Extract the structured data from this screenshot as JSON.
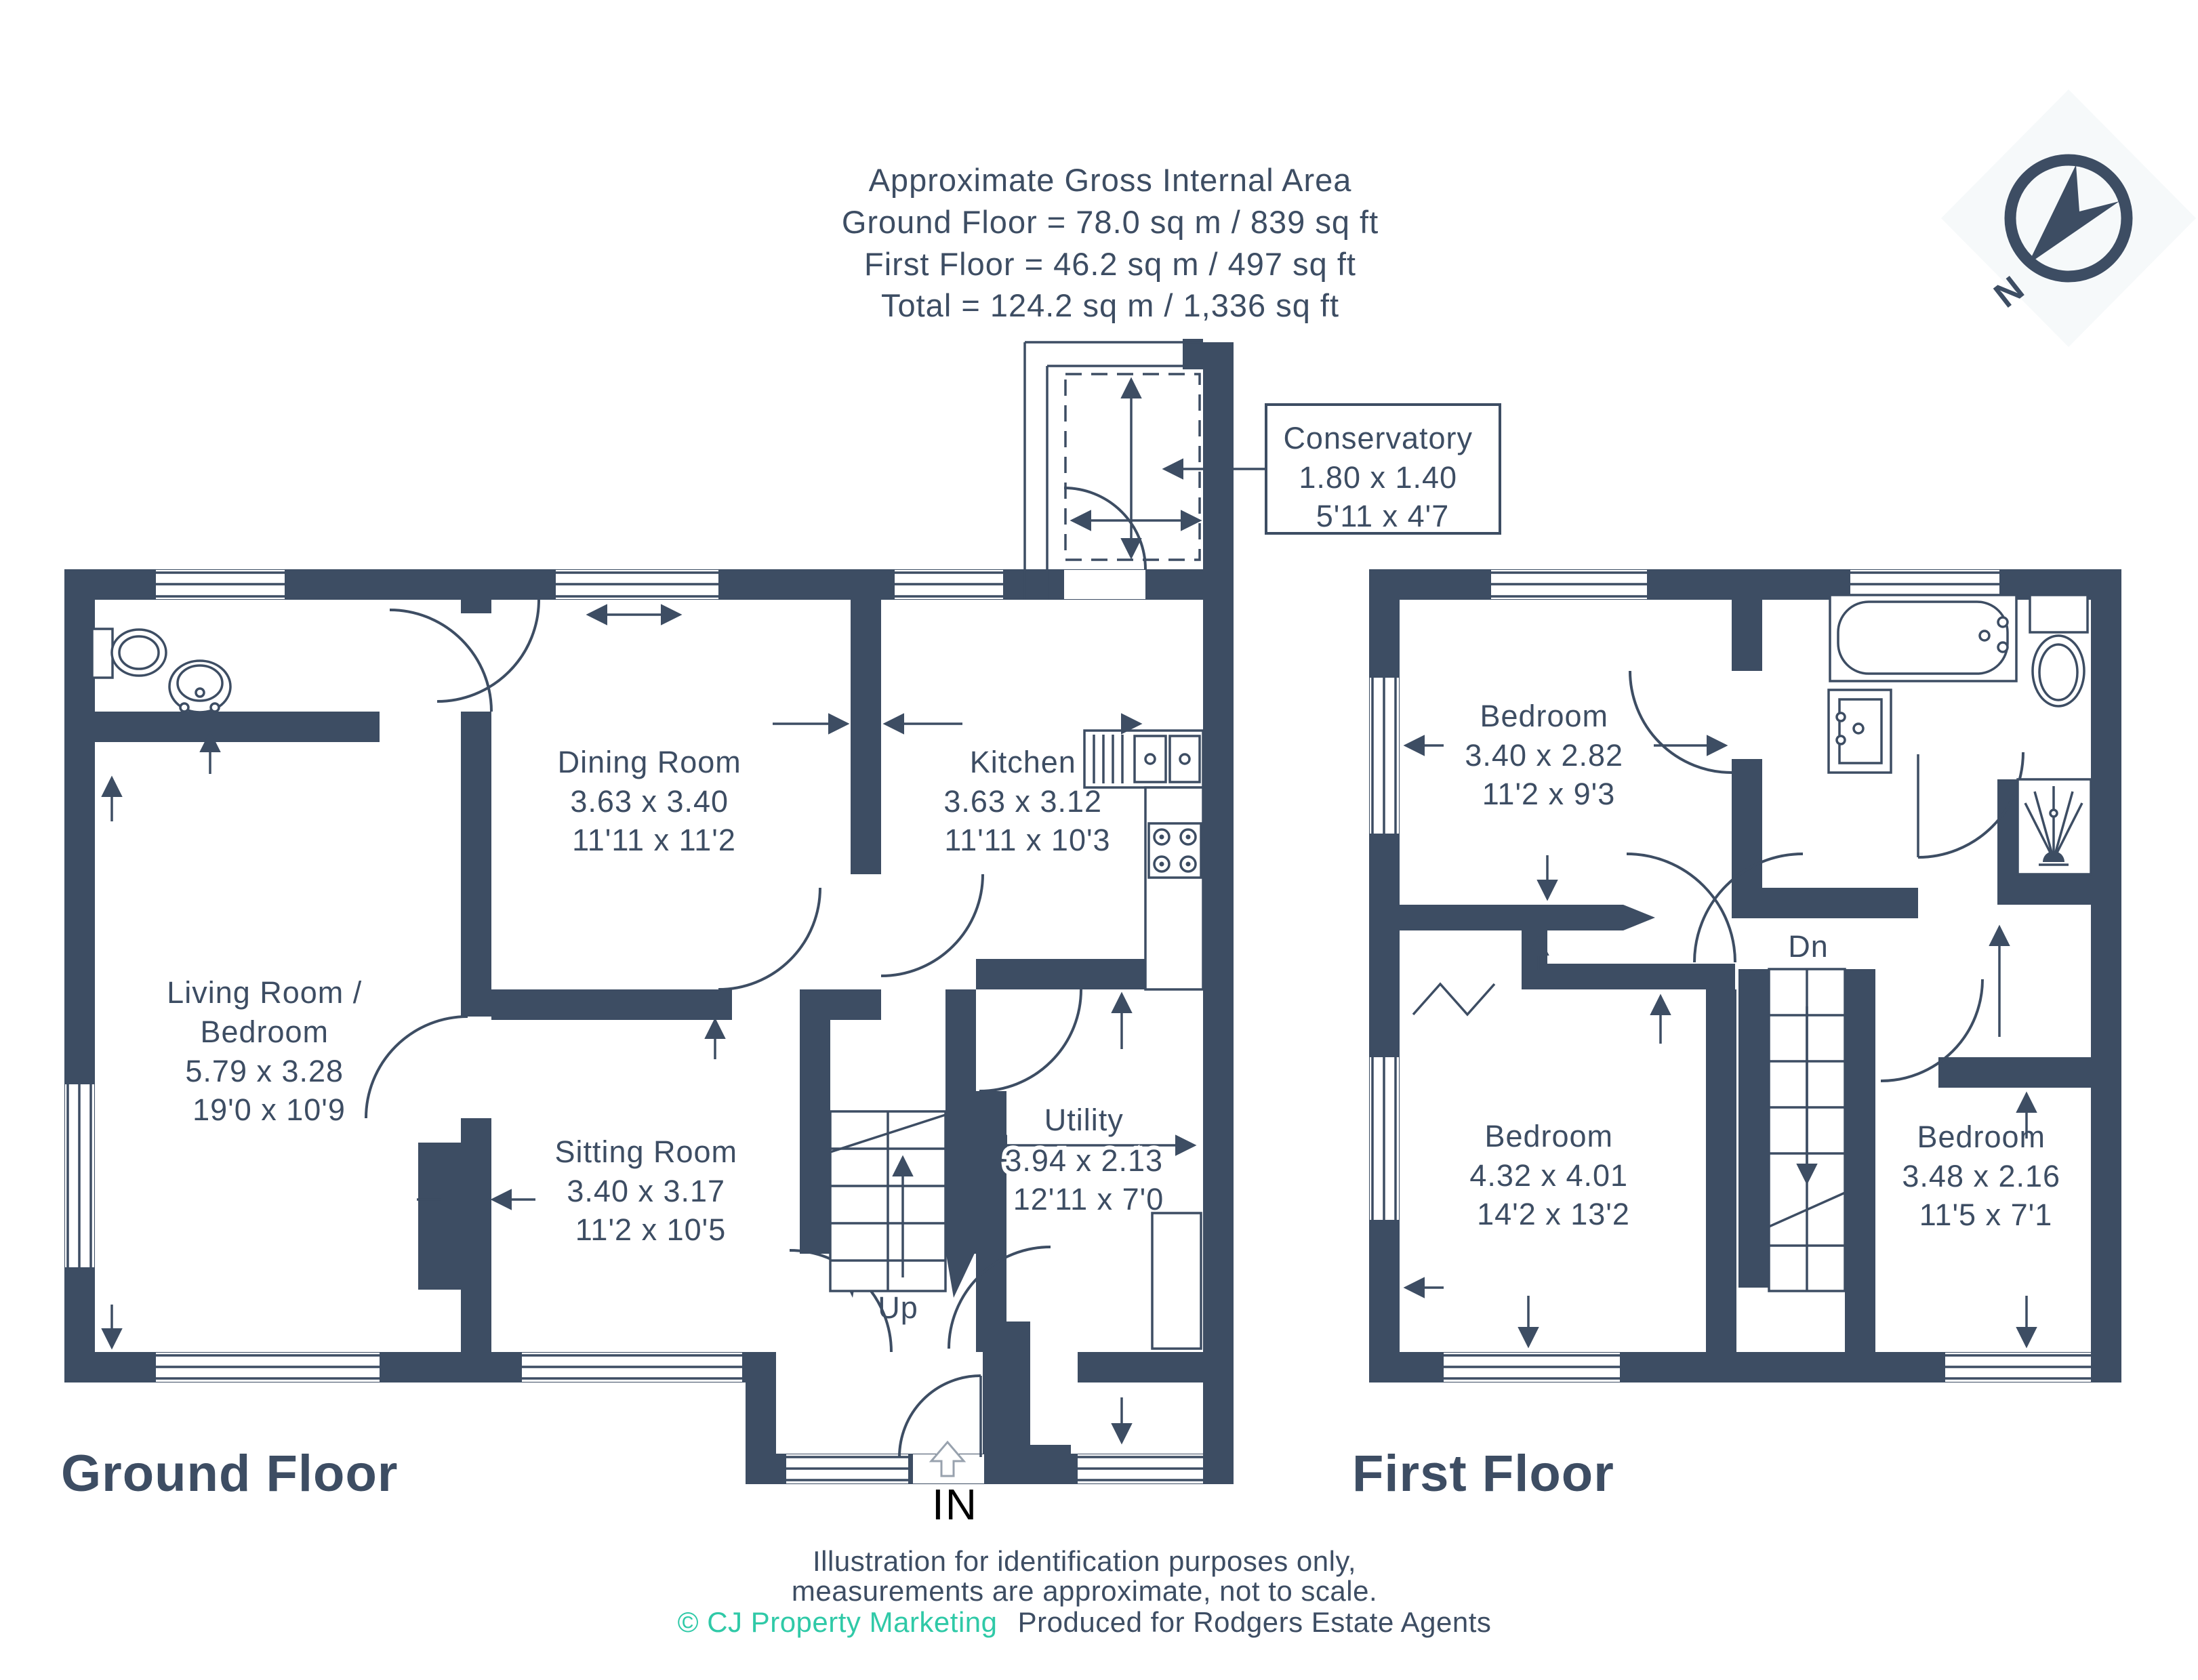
{
  "header": {
    "line1": "Approximate Gross Internal Area",
    "line2": "Ground Floor = 78.0 sq m / 839 sq ft",
    "line3": "First Floor = 46.2 sq m / 497 sq ft",
    "line4": "Total = 124.2 sq m / 1,336 sq ft"
  },
  "compass": {
    "label": "N"
  },
  "conservatory_label": {
    "name": "Conservatory",
    "metric": "1.80 x 1.40",
    "imperial": "5'11 x 4'7"
  },
  "ground_floor": {
    "title": "Ground Floor",
    "stairs_label": "Up",
    "entrance_label": "IN",
    "rooms": {
      "dining": {
        "name": "Dining Room",
        "metric": "3.63 x 3.40",
        "imperial": "11'11 x 11'2"
      },
      "kitchen": {
        "name": "Kitchen",
        "metric": "3.63 x 3.12",
        "imperial": "11'11 x 10'3"
      },
      "living": {
        "name_line1": "Living Room /",
        "name_line2": "Bedroom",
        "metric": "5.79 x 3.28",
        "imperial": "19'0 x 10'9"
      },
      "sitting": {
        "name": "Sitting Room",
        "metric": "3.40 x 3.17",
        "imperial": "11'2 x 10'5"
      },
      "utility": {
        "name": "Utility",
        "metric": "3.94 x 2.13",
        "imperial": "12'11 x 7'0"
      }
    }
  },
  "first_floor": {
    "title": "First Floor",
    "stairs_label": "Dn",
    "rooms": {
      "bedroom_front": {
        "name": "Bedroom",
        "metric": "3.40 x 2.82",
        "imperial": "11'2 x 9'3"
      },
      "bedroom_main": {
        "name": "Bedroom",
        "metric": "4.32 x 4.01",
        "imperial": "14'2 x 13'2"
      },
      "bedroom_rear": {
        "name": "Bedroom",
        "metric": "3.48 x 2.16",
        "imperial": "11'5 x 7'1"
      }
    }
  },
  "footer": {
    "line1": "Illustration for identification purposes only,",
    "line2": "measurements are approximate, not to scale.",
    "credit": "© CJ Property Marketing",
    "produced": "Produced for Rodgers Estate Agents"
  },
  "colors": {
    "wall": "#3d4d63",
    "accent_teal": "#2fc9a7",
    "entrance_text": "#000000"
  }
}
